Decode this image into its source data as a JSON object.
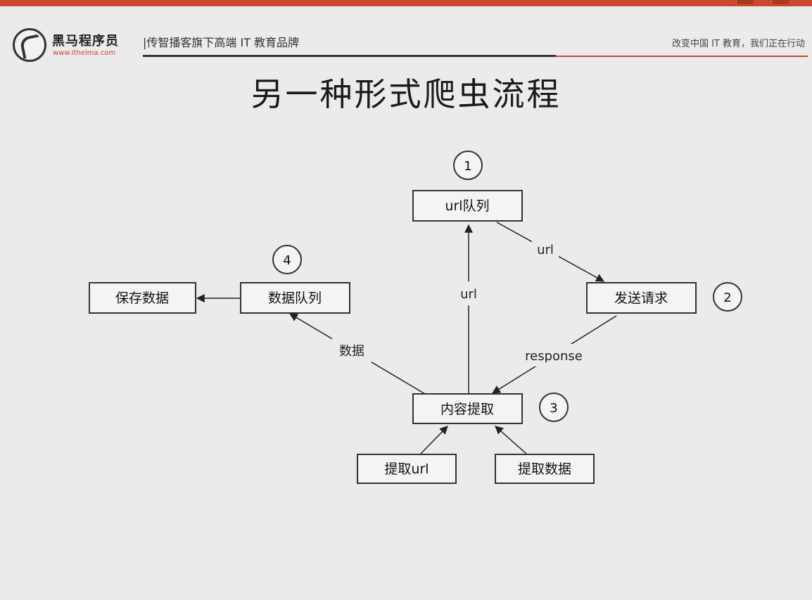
{
  "header": {
    "brand_name": "黑马程序员",
    "brand_url": "www.itheima.com",
    "slogan_left": "|传智播客旗下高端 IT 教育品牌",
    "slogan_right": "改变中国 IT 教育，我们正在行动"
  },
  "slide": {
    "title": "另一种形式爬虫流程"
  },
  "diagram": {
    "nodes": {
      "url_queue": "url队列",
      "send_request": "发送请求",
      "content_extract": "内容提取",
      "data_queue": "数据队列",
      "save_data": "保存数据",
      "extract_url": "提取url",
      "extract_data": "提取数据"
    },
    "edge_labels": {
      "url_to_request": "url",
      "extract_to_url_queue": "url",
      "response": "response",
      "data": "数据"
    },
    "steps": [
      "1",
      "2",
      "3",
      "4"
    ]
  },
  "colors": {
    "accent": "#c9482b",
    "background": "#ebebeb"
  }
}
